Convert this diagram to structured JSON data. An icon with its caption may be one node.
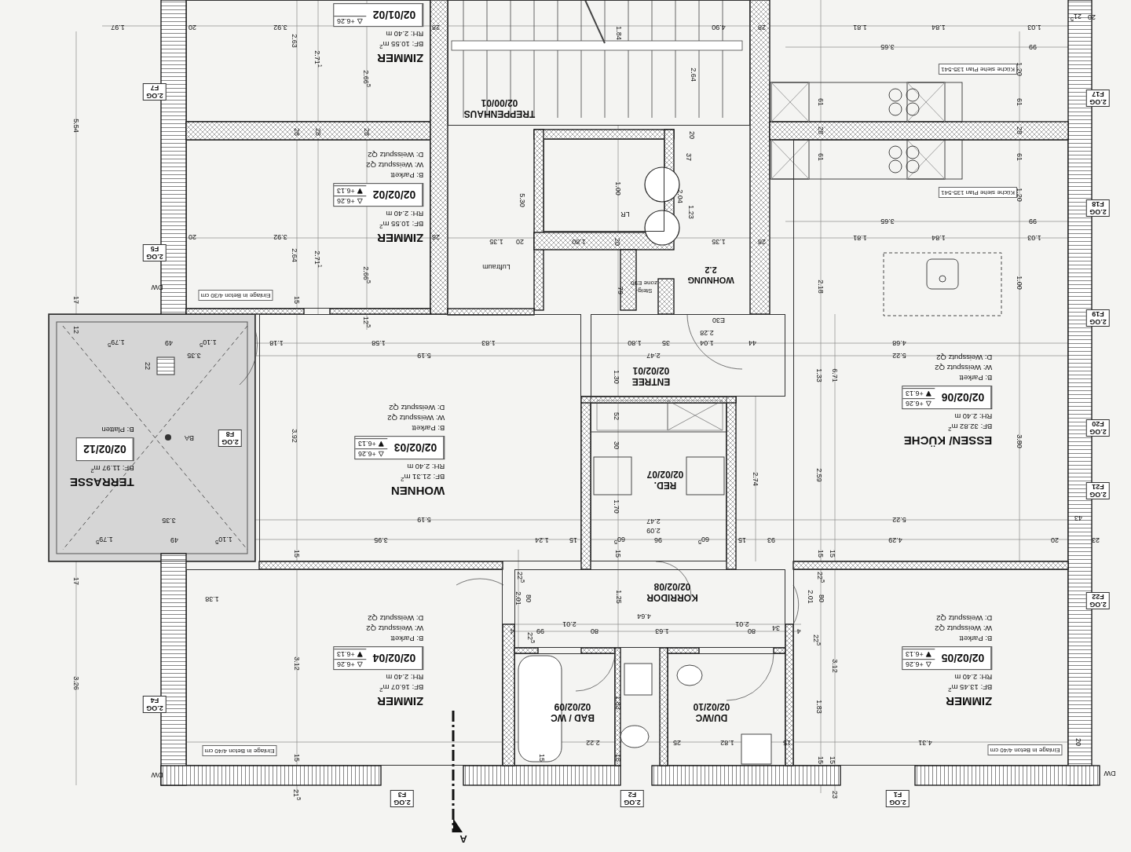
{
  "diagram": {
    "nodes": [
      {
        "text": [
          "ZIMMER",
          "BF: 10.55 m$^{2}$",
          "RH: 2.40 m"
        ]
      },
      {
        "text": [
          "02/01/02",
          "+6.26"
        ],
        "in": 0
      },
      {
        "text": [
          "ZIMMER",
          "BF: 10.55 m$^{2}$",
          "RH: 2.40 m",
          "B: Parkett",
          "W: Weissputz Q2",
          "D: Weissputz Q2"
        ]
      },
      {
        "text": [
          "02/02/02",
          "+6.26",
          "+6.13"
        ],
        "in": 2
      },
      {
        "text": [
          "TREPPENHAUS",
          "02/00/01"
        ]
      },
      {
        "text": [
          "LR"
        ]
      },
      {
        "text": [
          "TERRASSE",
          "BF: 11.97 m$^{2}$",
          "B: Platten"
        ]
      },
      {
        "text": [
          "02/02/12"
        ],
        "in": 6
      },
      {
        "text": [
          "2.OG",
          "F8"
        ],
        "in": 6
      },
      {
        "text": [
          "WOHNEN",
          "BF: 21.31 m$^{2}$",
          "RH: 2.40 m",
          "B: Parkett",
          "W: Weissputz Q2",
          "D: Weissputz Q2"
        ]
      },
      {
        "text": [
          "02/02/03",
          "+6.26",
          "+6.13"
        ],
        "in": 9
      },
      {
        "text": [
          "ENTREE",
          "02/02/01"
        ]
      },
      {
        "text": [
          "RED.",
          "02/02/07"
        ]
      },
      {
        "text": [
          "ESSEN/ KÜCHE",
          "BF: 32.82 m$^{2}$",
          "RH: 2.40 m",
          "B: Parkett",
          "W: Weissputz Q2",
          "D: Weissputz Q2"
        ]
      },
      {
        "text": [
          "02/02/06",
          "+6.26",
          "+6.13"
        ],
        "in": 13
      },
      {
        "text": [
          "KORRIDOR",
          "02/02/08"
        ]
      },
      {
        "text": [
          "ZIMMER",
          "BF: 16.07 m$^{2}$",
          "RH: 2.40 m",
          "B: Parkett",
          "W: Weissputz Q2",
          "D: Weissputz Q2"
        ]
      },
      {
        "text": [
          "02/02/04",
          "+6.26",
          "+6.13"
        ],
        "in": 16
      },
      {
        "text": [
          "BAD / WC",
          "02/02/09"
        ]
      },
      {
        "text": [
          "DU/WC",
          "02/02/10"
        ]
      },
      {
        "text": [
          "ZIMMER",
          "BF: 13.45 m$^{2}$",
          "RH: 2.40 m",
          "B: Parkett",
          "W: Weissputz Q2",
          "D: Weissputz Q2"
        ]
      },
      {
        "text": [
          "02/02/05",
          "+6.26",
          "+6.13"
        ],
        "in": 20
      },
      {
        "text": [
          "2.OG",
          "F7"
        ]
      },
      {
        "text": [
          "2.OG",
          "F5"
        ]
      },
      {
        "text": [
          "2.OG",
          "F4"
        ]
      },
      {
        "text": [
          "2.OG",
          "F3"
        ]
      },
      {
        "text": [
          "2.OG",
          "F2"
        ]
      },
      {
        "text": [
          "2.OG",
          "F1"
        ]
      },
      {
        "text": [
          "2.OG",
          "F22"
        ]
      },
      {
        "text": [
          "2.OG",
          "F21"
        ]
      },
      {
        "text": [
          "2.OG",
          "F20"
        ]
      },
      {
        "text": [
          "2.OG",
          "F19"
        ]
      },
      {
        "text": [
          "2.OG",
          "F18"
        ]
      },
      {
        "text": [
          "2.OG",
          "F17"
        ]
      }
    ],
    "labels": [
      "1.97",
      "20",
      "3.92",
      "2.63",
      "2.71$^{1}$",
      "2.66$^{5}$",
      "28",
      "5.54",
      "28",
      "28",
      "28",
      "1.84",
      "2.64",
      "4.90",
      "28",
      "1.81",
      "1.84",
      "1.03",
      "21$^{5}$",
      "20",
      "3.65",
      "99",
      "1.20",
      "Küche siehe Plan 135-541",
      "61",
      "61",
      "28",
      "28",
      "61",
      "61",
      "Küche siehe Plan 135-541",
      "1.20",
      "3.65",
      "99",
      "1.81",
      "1.84",
      "1.03",
      "2.18",
      "1.00",
      "20",
      "3.92",
      "2.64",
      "2.71$^{1}$",
      "2.66$^{5}$",
      "28",
      "Einlage in Beton 4/30 cm",
      "DW",
      "17",
      "15",
      "5.30",
      "Luftraum",
      "1.35",
      "20",
      "1.80",
      "20",
      "1.00",
      "2.04",
      "1.23",
      "37",
      "20",
      "1.35",
      "28",
      "Steig- zone E90",
      "79",
      "WOHNUNG 2.2",
      "E30",
      "12$^{5}$",
      "12",
      "1.79$^{5}$",
      "49",
      "1.10$^{5}$",
      "1.18",
      "1.58",
      "1.83",
      "2.28",
      "1.80",
      "35",
      "1.04",
      "44",
      "4.68",
      "3.35",
      "5.19",
      "2.47",
      "5.22",
      "22",
      "1.30",
      "1.33",
      "6.71",
      "BA",
      "3.92",
      "52",
      "30",
      "2.74",
      "2.59",
      "3.80",
      "1.70",
      "3.35",
      "5.19",
      "2.47",
      "2.09",
      "5.22",
      "43",
      "1.79$^{5}$",
      "49",
      "1.10$^{5}$",
      "3.95",
      "1.24",
      "15",
      "60$^{5}$",
      "96",
      "60$^{5}$",
      "15",
      "93",
      "4.29",
      "20",
      "23",
      "15",
      "15",
      "15",
      "15",
      "17",
      "22$^{5}$",
      "2.01",
      "80",
      "1.25",
      "22$^{5}$",
      "2.01",
      "80",
      "1.38",
      "4.64",
      "4",
      "99",
      "2.01",
      "80",
      "1.63",
      "2.01",
      "80",
      "34",
      "4",
      "22$^{5}$",
      "22$^{5}$",
      "3.12",
      "3.12",
      "3.26",
      "1.83",
      "1.83",
      "2.22",
      "25",
      "1.82",
      "15",
      "4.31",
      "20",
      "Einlage in Beton 4/40 cm",
      "Einlage in Beton 4/40 cm",
      "15",
      "15",
      "15",
      "15",
      "15",
      "DW",
      "DW",
      "21$^{5}$",
      "23",
      "A"
    ]
  }
}
